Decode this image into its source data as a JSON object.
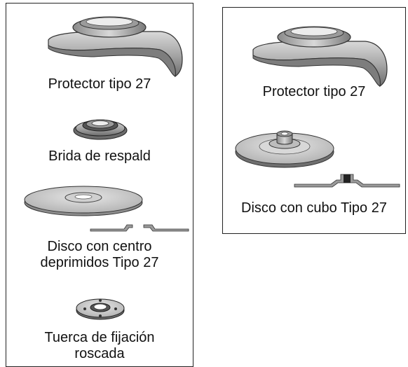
{
  "left_panel": {
    "labels": {
      "guard": "Protector tipo 27",
      "backing_flange": "Brida de respald",
      "depressed_center_wheel": "Disco con centro\ndeprimidos Tipo 27",
      "threaded_nut": "Tuerca de fijación\nroscada"
    }
  },
  "right_panel": {
    "labels": {
      "guard": "Protector tipo 27",
      "hubbed_wheel": "Disco con cubo Tipo 27"
    }
  }
}
